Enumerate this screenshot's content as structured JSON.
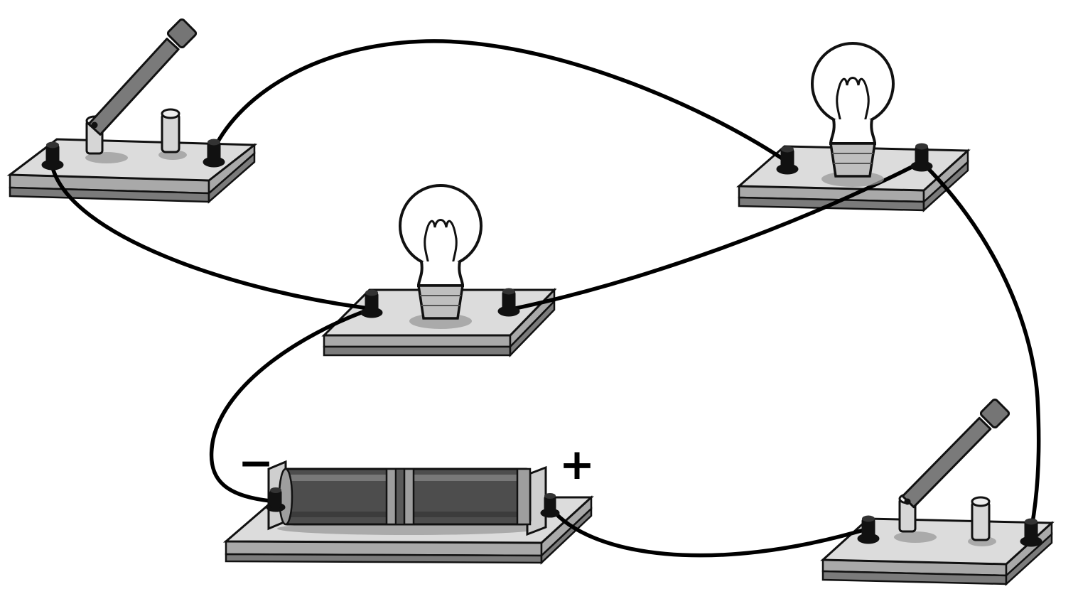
{
  "diagram": {
    "kind": "electric-circuit-diagram",
    "labels": {
      "battery_negative": "−",
      "battery_positive": "+"
    },
    "components": [
      {
        "id": "knife-switch-top-left",
        "type": "knife-switch",
        "state": "open"
      },
      {
        "id": "bulb-middle",
        "type": "light-bulb-holder"
      },
      {
        "id": "bulb-top-right",
        "type": "light-bulb-holder"
      },
      {
        "id": "battery-pack",
        "type": "two-cell-battery-holder",
        "negative_label": "−",
        "positive_label": "+"
      },
      {
        "id": "knife-switch-bottom-right",
        "type": "knife-switch",
        "state": "open"
      }
    ],
    "wires": [
      {
        "from": "knife-switch-top-left.right-terminal",
        "to": "bulb-top-right.left-terminal"
      },
      {
        "from": "knife-switch-top-left.left-terminal",
        "to": "bulb-middle.left-terminal"
      },
      {
        "from": "bulb-middle.left-terminal",
        "to": "battery-pack.negative-terminal"
      },
      {
        "from": "bulb-middle.right-terminal",
        "to": "bulb-top-right.right-terminal"
      },
      {
        "from": "bulb-top-right.right-terminal",
        "to": "knife-switch-bottom-right.right-terminal"
      },
      {
        "from": "battery-pack.positive-terminal",
        "to": "knife-switch-bottom-right.left-terminal"
      }
    ],
    "colors": {
      "background": "#ffffff",
      "wire": "#000000",
      "outline": "#111111",
      "plate_top": "#dcdcdc",
      "plate_side": "#a9a9a9",
      "plate_side_dark": "#7b7b7b",
      "metal_light": "#d6d6d6",
      "metal_top": "#ededed",
      "lever": "#7a7a7a",
      "handle": "#757575",
      "terminal": "#111111",
      "bulb_glass": "#ffffff",
      "screw_base": "#bfbfbf",
      "battery_body": "#4d4d4d",
      "battery_cap": "#9e9e9e",
      "bracket": "#cfcfcf",
      "shadow": "#9a9a9a",
      "label": "#000000"
    }
  }
}
